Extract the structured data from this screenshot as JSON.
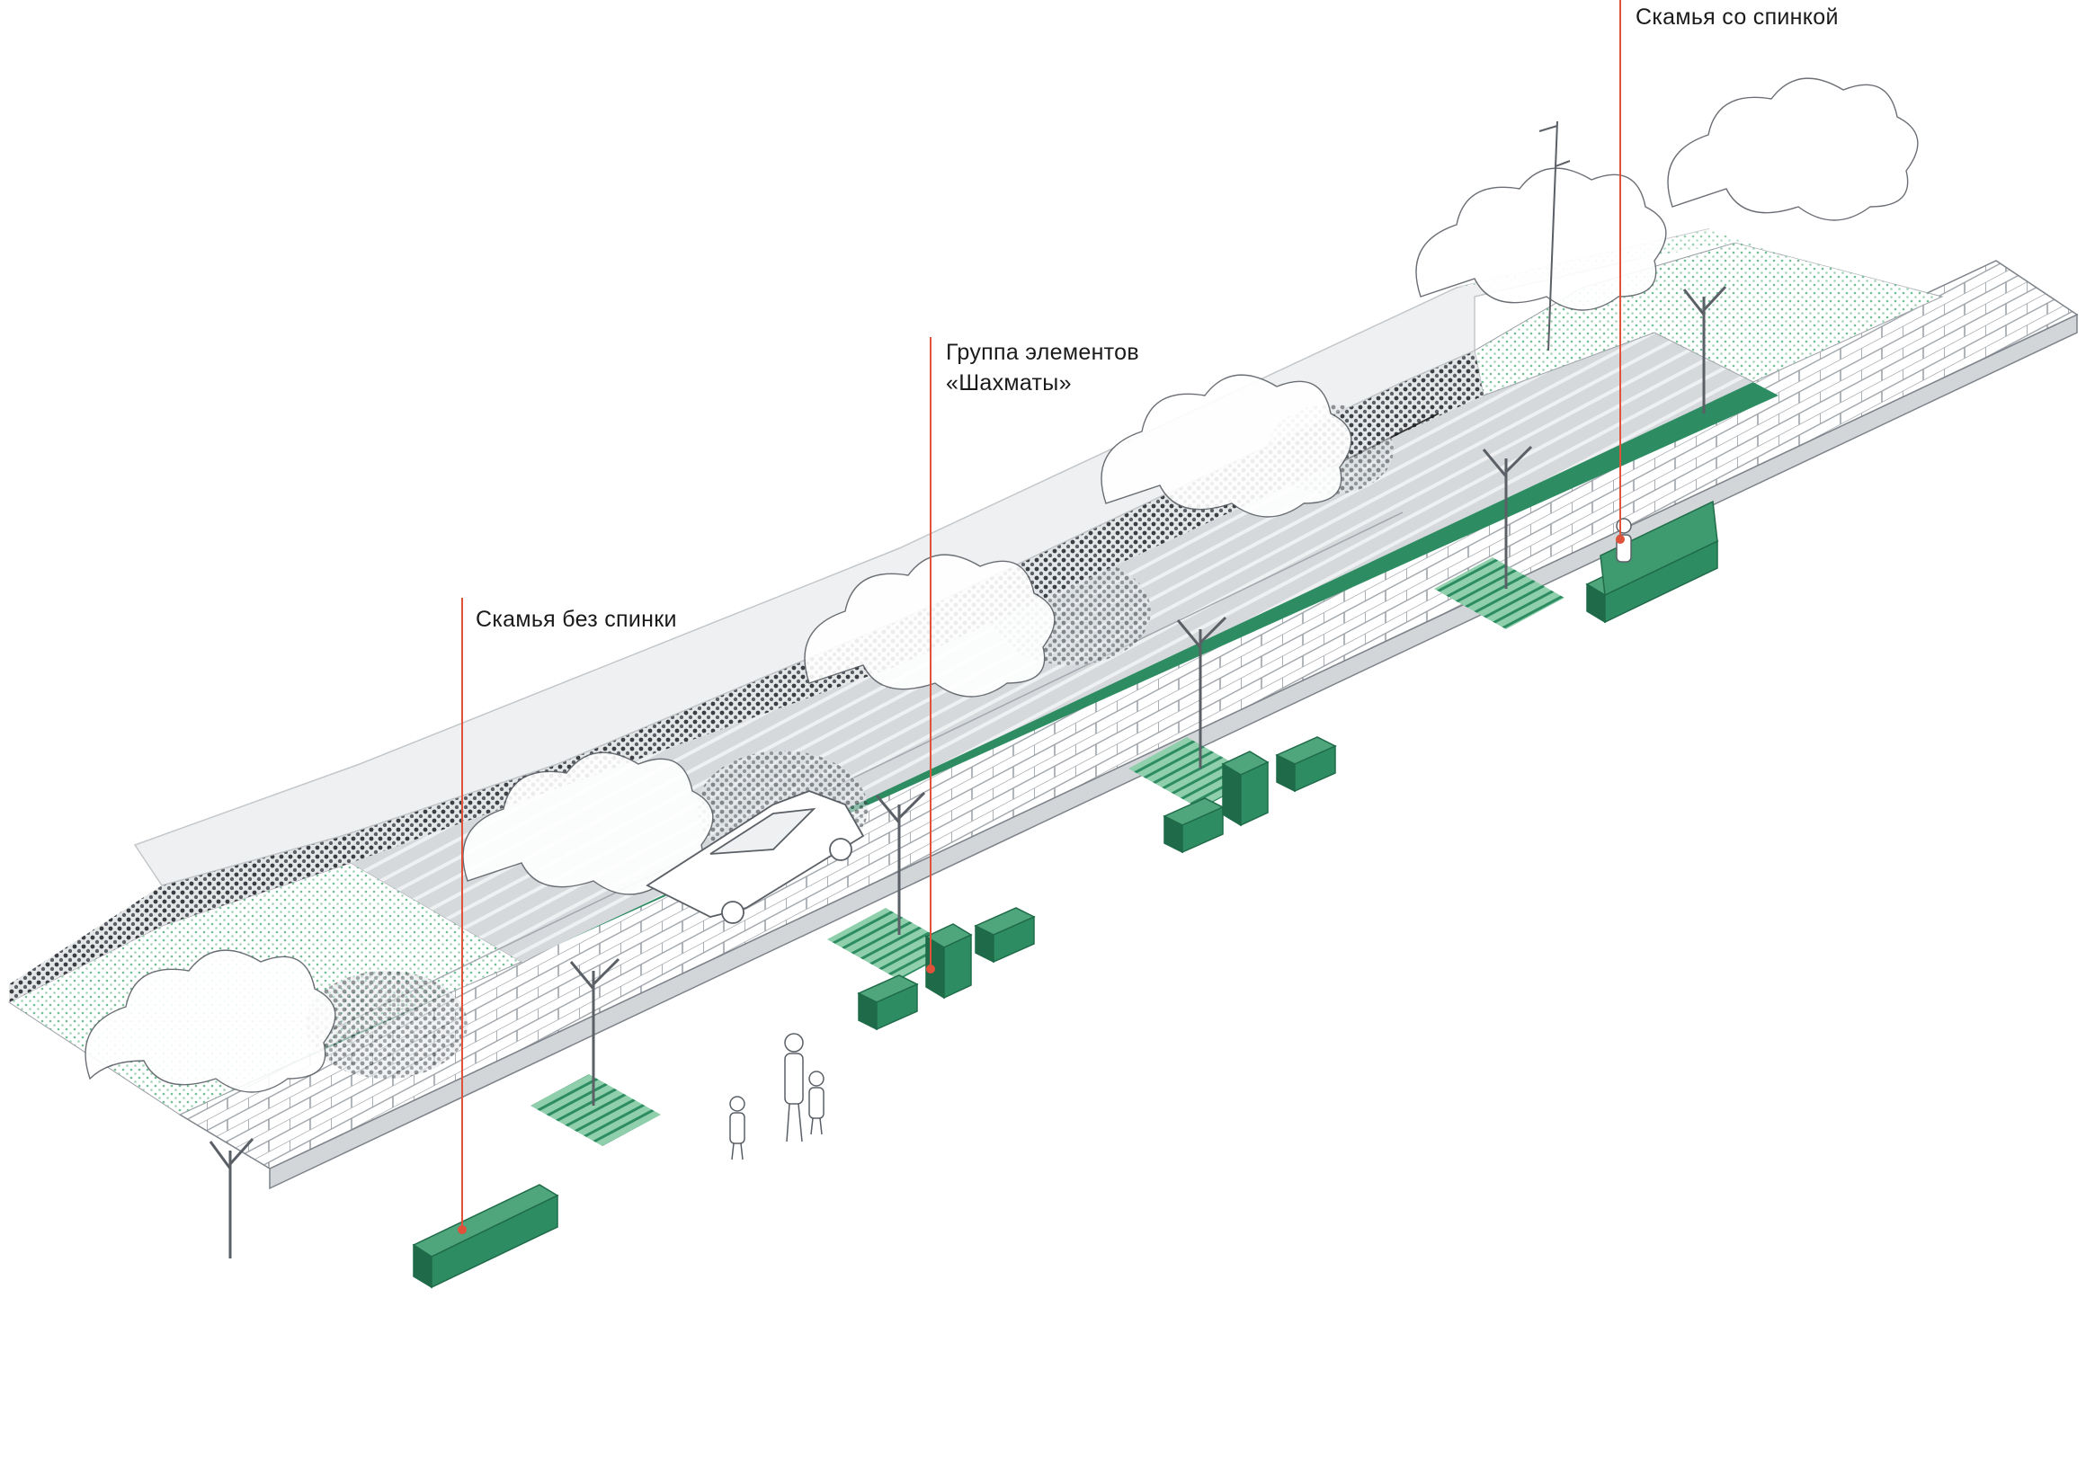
{
  "callouts": {
    "bench_no_back": "Скамья без спинки",
    "chess_group_line1": "Группа элементов",
    "chess_group_line2": "«Шахматы»",
    "bench_with_back": "Скамья со спинкой"
  },
  "colors": {
    "accent_green": "#2e8c63",
    "accent_green_dark": "#1f6b49",
    "callout_red": "#e0523a",
    "paving": "#ffffff",
    "paving_lines": "#9aa0a6",
    "lawn_dots": "#6fbf94",
    "gravel": "#3b3f44",
    "asphalt": "#c7cacd"
  },
  "icons": {
    "tree": "tree-icon",
    "pedestrian": "pedestrian-icon",
    "car": "car-icon",
    "street_lamp": "street-lamp-icon",
    "chess_table": "chess-table-icon"
  }
}
